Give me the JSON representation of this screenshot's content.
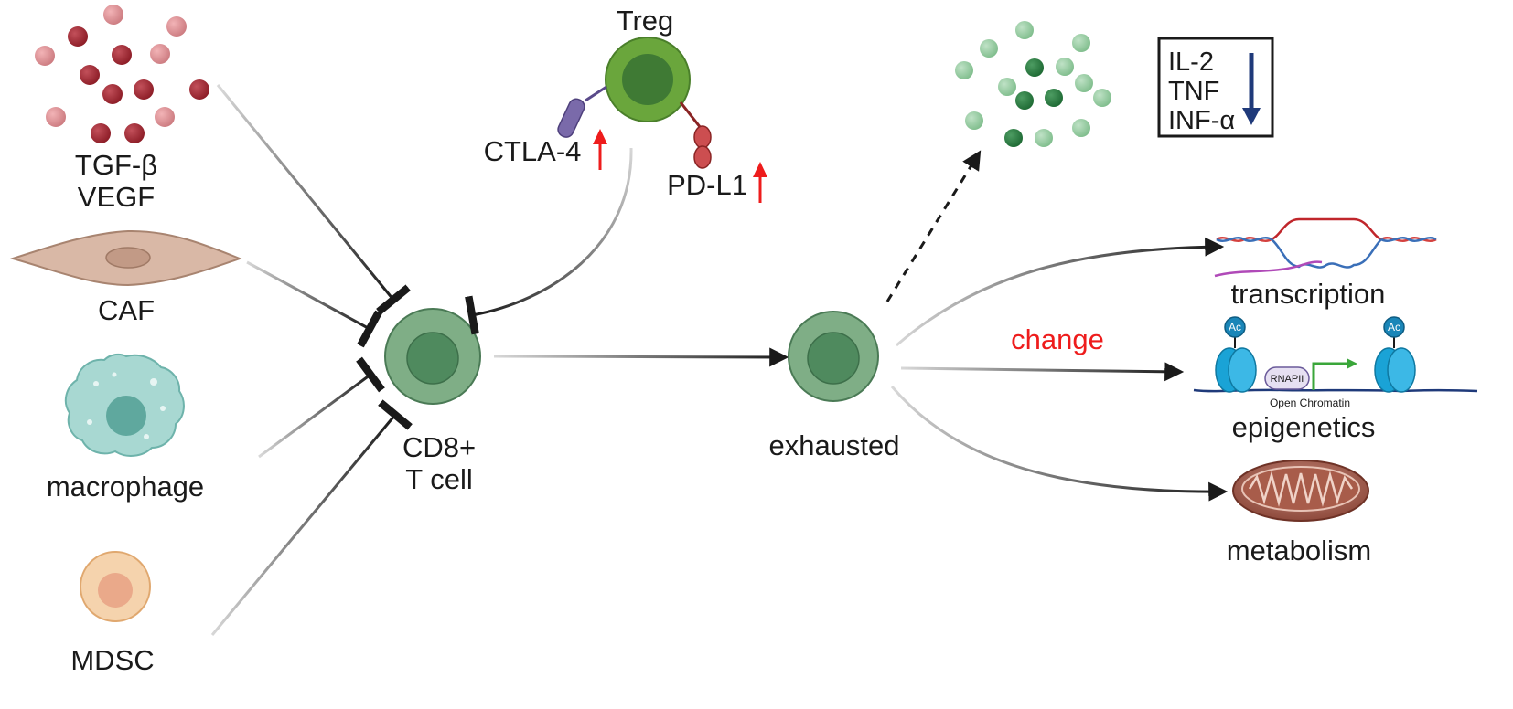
{
  "labels": {
    "cytokines": [
      "TGF-β",
      "VEGF"
    ],
    "caf": "CAF",
    "macrophage": "macrophage",
    "mdsc": "MDSC",
    "cd8": [
      "CD8+",
      "T cell"
    ],
    "treg": "Treg",
    "ctla4": "CTLA-4",
    "pdl1": "PD-L1",
    "exhausted": "exhausted",
    "change": "change",
    "box_items": [
      "IL-2",
      "TNF",
      "INF-α"
    ],
    "transcription": "transcription",
    "epigenetics": "epigenetics",
    "metabolism": "metabolism",
    "ac": "Ac",
    "rnapii": "RNAPII",
    "open_chromatin": "Open Chromatin"
  },
  "colors": {
    "red_arrow": "#ee1c1c",
    "down_arrow": "#1f3a7a",
    "tcell_fill": "#7fae86",
    "tcell_core": "#4f8a5e",
    "treg_fill": "#6aa63c",
    "treg_core": "#3f7a34",
    "cytokine_red": "#b84a52",
    "cytokine_green": "#5fa872",
    "change_text": "#ee1c1c"
  },
  "icons": {
    "red_dots": "cytokine-particles",
    "green_dots": "secreted-cytokine-particles",
    "caf": "fibroblast-cell",
    "macrophage": "macrophage-cell",
    "mdsc": "mdsc-cell",
    "dna": "dna-bubble",
    "nucleosome": "nucleosome",
    "mitochondrion": "mitochondrion"
  }
}
